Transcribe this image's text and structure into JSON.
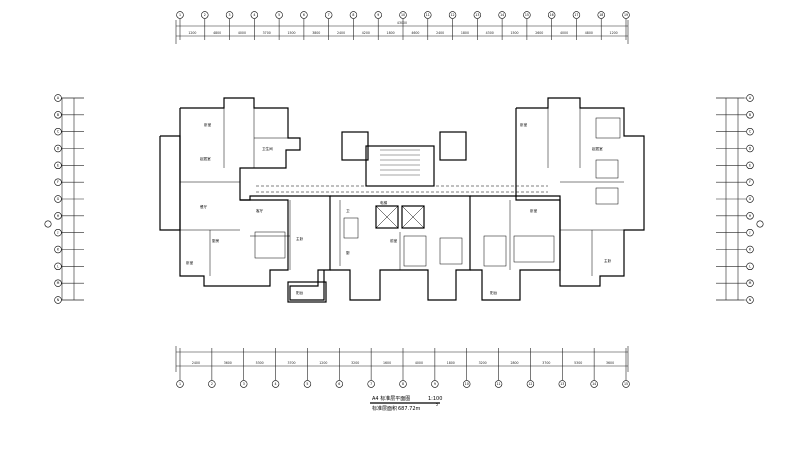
{
  "drawing": {
    "title": "A4 标准层平面图",
    "scale": "1:100",
    "area_label": "标准层面积",
    "area_value": "687.72m",
    "area_superscript": "2"
  },
  "top_axes": [
    "1",
    "2",
    "3",
    "4",
    "5",
    "6",
    "7",
    "8",
    "9",
    "10",
    "11",
    "12",
    "13",
    "14",
    "15",
    "16",
    "17",
    "18",
    "19"
  ],
  "top_dims": [
    "1200",
    "4800",
    "4000",
    "3700",
    "1500",
    "3800",
    "2400",
    "4200",
    "1800",
    "4600",
    "2400",
    "1800",
    "4300",
    "1500",
    "2600",
    "4000",
    "4800",
    "1200"
  ],
  "top_total": "43000",
  "bottom_axes": [
    "1",
    "2",
    "3",
    "4",
    "5",
    "6",
    "7",
    "8",
    "9",
    "10",
    "11",
    "12",
    "13",
    "14",
    "15"
  ],
  "bottom_dims": [
    "2400",
    "3600",
    "5300",
    "3700",
    "1200",
    "3200",
    "1600",
    "4000",
    "1800",
    "3200",
    "2800",
    "3700",
    "5300",
    "3600"
  ],
  "left_axes": [
    "A",
    "B",
    "C",
    "D",
    "E",
    "F",
    "G",
    "H",
    "J",
    "K",
    "L",
    "M",
    "N"
  ],
  "right_axes": [
    "A",
    "B",
    "C",
    "D",
    "E",
    "F",
    "G",
    "H",
    "J",
    "K",
    "L",
    "M",
    "N"
  ],
  "rooms": [
    {
      "id": "r1",
      "label": "卧室"
    },
    {
      "id": "r2",
      "label": "起居室"
    },
    {
      "id": "r3",
      "label": "餐厅"
    },
    {
      "id": "r4",
      "label": "卫生间"
    },
    {
      "id": "r5",
      "label": "厨房"
    },
    {
      "id": "r6",
      "label": "卧室"
    },
    {
      "id": "r7",
      "label": "主卧"
    },
    {
      "id": "r8",
      "label": "客厅"
    },
    {
      "id": "r9",
      "label": "卫"
    },
    {
      "id": "r10",
      "label": "厨"
    },
    {
      "id": "r11",
      "label": "电梯"
    },
    {
      "id": "r12",
      "label": "前室"
    },
    {
      "id": "r13",
      "label": "卧室"
    },
    {
      "id": "r14",
      "label": "起居室"
    },
    {
      "id": "r15",
      "label": "卧室"
    },
    {
      "id": "r16",
      "label": "主卧"
    },
    {
      "id": "r17",
      "label": "阳台"
    },
    {
      "id": "r18",
      "label": "阳台"
    }
  ]
}
